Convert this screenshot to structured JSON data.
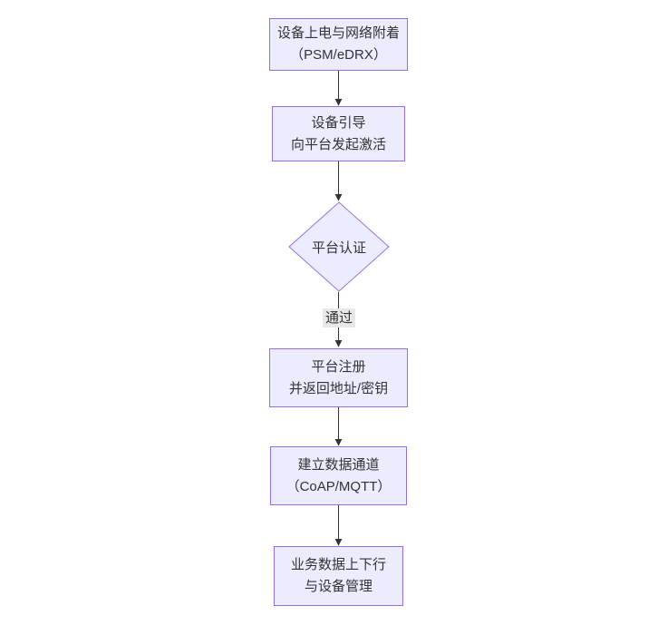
{
  "flowchart": {
    "nodes": [
      {
        "shape": "rect",
        "lines": [
          "设备上电与网络附着",
          "（PSM/eDRX）"
        ]
      },
      {
        "shape": "rect",
        "lines": [
          "设备引导",
          "向平台发起激活"
        ]
      },
      {
        "shape": "diamond",
        "lines": [
          "平台认证"
        ]
      },
      {
        "shape": "rect",
        "lines": [
          "平台注册",
          "并返回地址/密钥"
        ]
      },
      {
        "shape": "rect",
        "lines": [
          "建立数据通道",
          "（CoAP/MQTT）"
        ]
      },
      {
        "shape": "rect",
        "lines": [
          "业务数据上下行",
          "与设备管理"
        ]
      }
    ],
    "edges": [
      {
        "from": 0,
        "to": 1,
        "label": ""
      },
      {
        "from": 1,
        "to": 2,
        "label": ""
      },
      {
        "from": 2,
        "to": 3,
        "label": "通过"
      },
      {
        "from": 3,
        "to": 4,
        "label": ""
      },
      {
        "from": 4,
        "to": 5,
        "label": ""
      }
    ],
    "colors": {
      "canvas_bg": "#ffffff",
      "node_fill": "#ECECFF",
      "node_border": "#9370DB",
      "text": "#333333",
      "edge": "#333333",
      "edge_label_bg": "#e8e8e8"
    }
  }
}
